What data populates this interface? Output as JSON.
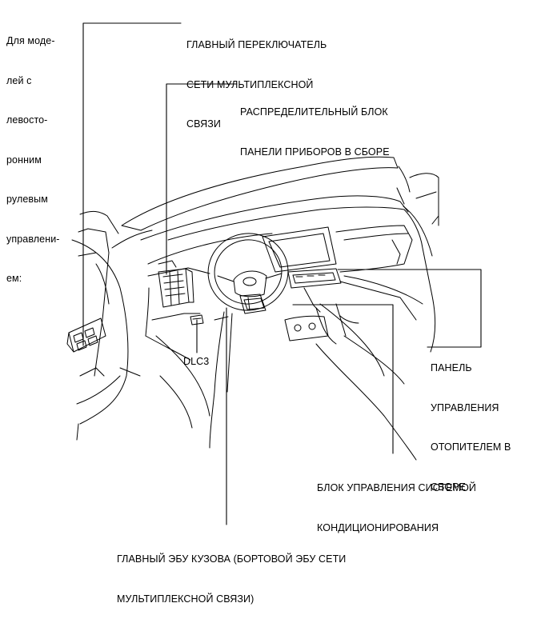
{
  "note": "Для моделей с левосторонним рулевым управлением:",
  "note_lines": [
    "Для моде-",
    "лей с",
    "левосто-",
    "ронним",
    "рулевым",
    "управлени-",
    "ем:"
  ],
  "labels": {
    "main_switch": [
      "ГЛАВНЫЙ ПЕРЕКЛЮЧАТЕЛЬ",
      "СЕТИ МУЛЬТИПЛЕКСНОЙ",
      "СВЯЗИ"
    ],
    "junction_block": [
      "РАСПРЕДЕЛИТЕЛЬНЫЙ БЛОК",
      "ПАНЕЛИ ПРИБОРОВ В СБОРЕ"
    ],
    "heater_panel": [
      "ПАНЕЛЬ",
      "УПРАВЛЕНИЯ",
      "ОТОПИТЕЛЕМ В",
      "СБОРЕ"
    ],
    "dlc3": "DLC3",
    "ac_ecu": [
      "БЛОК УПРАВЛЕНИЯ СИСТЕМОЙ",
      "КОНДИЦИОНИРОВАНИЯ"
    ],
    "body_ecu": [
      "ГЛАВНЫЙ ЭБУ КУЗОВА (БОРТОВОЙ ЭБУ СЕТИ",
      "МУЛЬТИПЛЕКСНОЙ СВЯЗИ)"
    ]
  }
}
